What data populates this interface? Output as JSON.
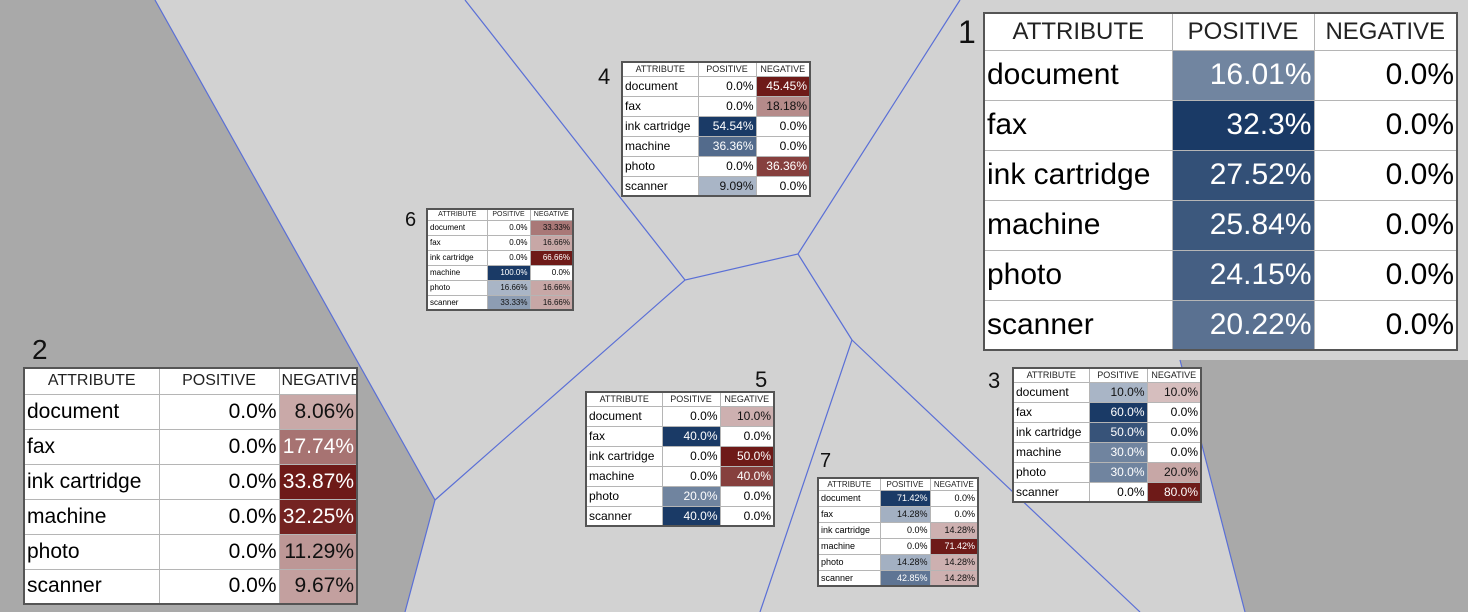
{
  "headers": {
    "attribute": "ATTRIBUTE",
    "positive": "POSITIVE",
    "negative": "NEGATIVE"
  },
  "colors": {
    "background_light": "#d2d2d2",
    "background_dark": "#a8a8a8",
    "boundary_line": "#5a6fd6",
    "positive_scale": [
      "#ffffff",
      "#1a3a66"
    ],
    "negative_scale": [
      "#ffffff",
      "#6e1a18"
    ]
  },
  "clusters": [
    {
      "id": "1",
      "label": "1",
      "rows": [
        {
          "attribute": "document",
          "positive": "16.01%",
          "negative": "0.0%",
          "pos": 16.01,
          "neg": 0
        },
        {
          "attribute": "fax",
          "positive": "32.3%",
          "negative": "0.0%",
          "pos": 32.3,
          "neg": 0
        },
        {
          "attribute": "ink cartridge",
          "positive": "27.52%",
          "negative": "0.0%",
          "pos": 27.52,
          "neg": 0
        },
        {
          "attribute": "machine",
          "positive": "25.84%",
          "negative": "0.0%",
          "pos": 25.84,
          "neg": 0
        },
        {
          "attribute": "photo",
          "positive": "24.15%",
          "negative": "0.0%",
          "pos": 24.15,
          "neg": 0
        },
        {
          "attribute": "scanner",
          "positive": "20.22%",
          "negative": "0.0%",
          "pos": 20.22,
          "neg": 0
        }
      ]
    },
    {
      "id": "2",
      "label": "2",
      "rows": [
        {
          "attribute": "document",
          "positive": "0.0%",
          "negative": "8.06%",
          "pos": 0,
          "neg": 8.06
        },
        {
          "attribute": "fax",
          "positive": "0.0%",
          "negative": "17.74%",
          "pos": 0,
          "neg": 17.74
        },
        {
          "attribute": "ink cartridge",
          "positive": "0.0%",
          "negative": "33.87%",
          "pos": 0,
          "neg": 33.87
        },
        {
          "attribute": "machine",
          "positive": "0.0%",
          "negative": "32.25%",
          "pos": 0,
          "neg": 32.25
        },
        {
          "attribute": "photo",
          "positive": "0.0%",
          "negative": "11.29%",
          "pos": 0,
          "neg": 11.29
        },
        {
          "attribute": "scanner",
          "positive": "0.0%",
          "negative": "9.67%",
          "pos": 0,
          "neg": 9.67
        }
      ]
    },
    {
      "id": "3",
      "label": "3",
      "rows": [
        {
          "attribute": "document",
          "positive": "10.0%",
          "negative": "10.0%",
          "pos": 10,
          "neg": 10
        },
        {
          "attribute": "fax",
          "positive": "60.0%",
          "negative": "0.0%",
          "pos": 60,
          "neg": 0
        },
        {
          "attribute": "ink cartridge",
          "positive": "50.0%",
          "negative": "0.0%",
          "pos": 50,
          "neg": 0
        },
        {
          "attribute": "machine",
          "positive": "30.0%",
          "negative": "0.0%",
          "pos": 30,
          "neg": 0
        },
        {
          "attribute": "photo",
          "positive": "30.0%",
          "negative": "20.0%",
          "pos": 30,
          "neg": 20
        },
        {
          "attribute": "scanner",
          "positive": "0.0%",
          "negative": "80.0%",
          "pos": 0,
          "neg": 80
        }
      ]
    },
    {
      "id": "4",
      "label": "4",
      "rows": [
        {
          "attribute": "document",
          "positive": "0.0%",
          "negative": "45.45%",
          "pos": 0,
          "neg": 45.45
        },
        {
          "attribute": "fax",
          "positive": "0.0%",
          "negative": "18.18%",
          "pos": 0,
          "neg": 18.18
        },
        {
          "attribute": "ink cartridge",
          "positive": "54.54%",
          "negative": "0.0%",
          "pos": 54.54,
          "neg": 0
        },
        {
          "attribute": "machine",
          "positive": "36.36%",
          "negative": "0.0%",
          "pos": 36.36,
          "neg": 0
        },
        {
          "attribute": "photo",
          "positive": "0.0%",
          "negative": "36.36%",
          "pos": 0,
          "neg": 36.36
        },
        {
          "attribute": "scanner",
          "positive": "9.09%",
          "negative": "0.0%",
          "pos": 9.09,
          "neg": 0
        }
      ]
    },
    {
      "id": "5",
      "label": "5",
      "rows": [
        {
          "attribute": "document",
          "positive": "0.0%",
          "negative": "10.0%",
          "pos": 0,
          "neg": 10
        },
        {
          "attribute": "fax",
          "positive": "40.0%",
          "negative": "0.0%",
          "pos": 40,
          "neg": 0
        },
        {
          "attribute": "ink cartridge",
          "positive": "0.0%",
          "negative": "50.0%",
          "pos": 0,
          "neg": 50
        },
        {
          "attribute": "machine",
          "positive": "0.0%",
          "negative": "40.0%",
          "pos": 0,
          "neg": 40
        },
        {
          "attribute": "photo",
          "positive": "20.0%",
          "negative": "0.0%",
          "pos": 20,
          "neg": 0
        },
        {
          "attribute": "scanner",
          "positive": "40.0%",
          "negative": "0.0%",
          "pos": 40,
          "neg": 0
        }
      ]
    },
    {
      "id": "6",
      "label": "6",
      "rows": [
        {
          "attribute": "document",
          "positive": "0.0%",
          "negative": "33.33%",
          "pos": 0,
          "neg": 33.33
        },
        {
          "attribute": "fax",
          "positive": "0.0%",
          "negative": "16.66%",
          "pos": 0,
          "neg": 16.66
        },
        {
          "attribute": "ink cartridge",
          "positive": "0.0%",
          "negative": "66.66%",
          "pos": 0,
          "neg": 66.66
        },
        {
          "attribute": "machine",
          "positive": "100.0%",
          "negative": "0.0%",
          "pos": 100,
          "neg": 0
        },
        {
          "attribute": "photo",
          "positive": "16.66%",
          "negative": "16.66%",
          "pos": 16.66,
          "neg": 16.66
        },
        {
          "attribute": "scanner",
          "positive": "33.33%",
          "negative": "16.66%",
          "pos": 33.33,
          "neg": 16.66
        }
      ]
    },
    {
      "id": "7",
      "label": "7",
      "rows": [
        {
          "attribute": "document",
          "positive": "71.42%",
          "negative": "0.0%",
          "pos": 71.42,
          "neg": 0
        },
        {
          "attribute": "fax",
          "positive": "14.28%",
          "negative": "0.0%",
          "pos": 14.28,
          "neg": 0
        },
        {
          "attribute": "ink cartridge",
          "positive": "0.0%",
          "negative": "14.28%",
          "pos": 0,
          "neg": 14.28
        },
        {
          "attribute": "machine",
          "positive": "0.0%",
          "negative": "71.42%",
          "pos": 0,
          "neg": 71.42
        },
        {
          "attribute": "photo",
          "positive": "14.28%",
          "negative": "14.28%",
          "pos": 14.28,
          "neg": 14.28
        },
        {
          "attribute": "scanner",
          "positive": "42.85%",
          "negative": "14.28%",
          "pos": 42.85,
          "neg": 14.28
        }
      ]
    }
  ]
}
